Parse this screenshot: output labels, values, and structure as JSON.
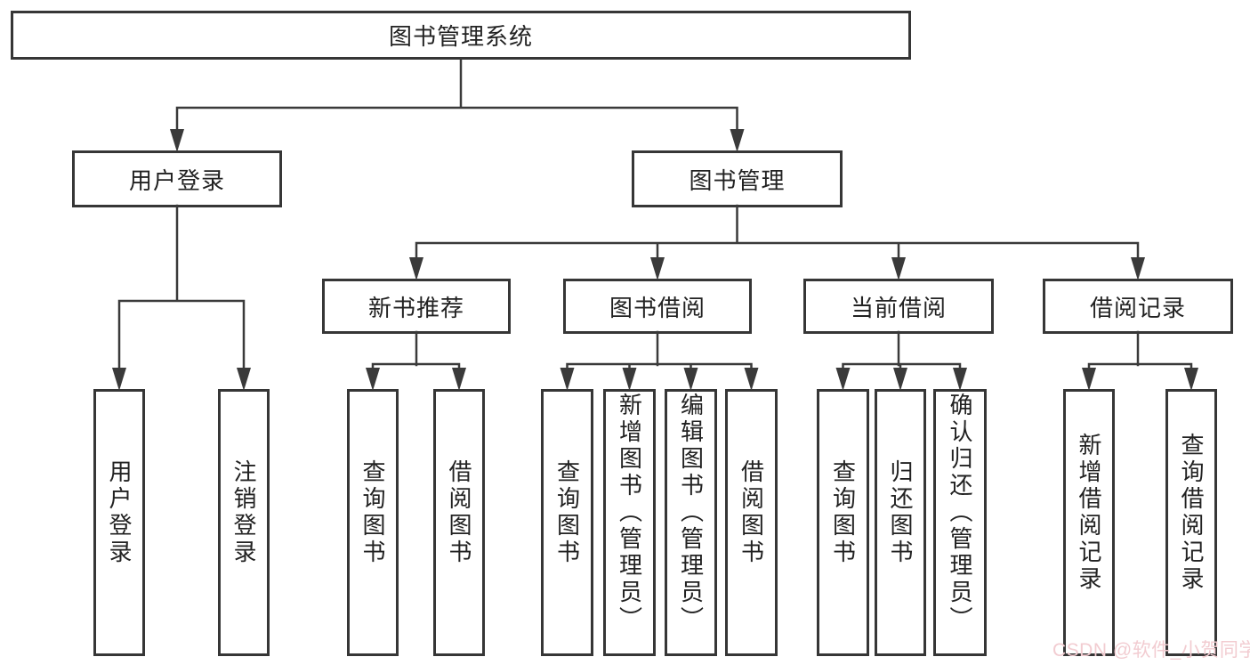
{
  "diagram": {
    "root": {
      "label": "图书管理系统"
    },
    "branches": [
      {
        "label": "用户登录",
        "children": [
          {
            "label": "用户登录"
          },
          {
            "label": "注销登录"
          }
        ]
      },
      {
        "label": "图书管理",
        "children": [
          {
            "label": "新书推荐",
            "children": [
              {
                "label": "查询图书"
              },
              {
                "label": "借阅图书"
              }
            ]
          },
          {
            "label": "图书借阅",
            "children": [
              {
                "label": "查询图书"
              },
              {
                "label": "新增图书（管理员）"
              },
              {
                "label": "编辑图书（管理员）"
              },
              {
                "label": "借阅图书"
              }
            ]
          },
          {
            "label": "当前借阅",
            "children": [
              {
                "label": "查询图书"
              },
              {
                "label": "归还图书"
              },
              {
                "label": "确认归还（管理员）"
              }
            ]
          },
          {
            "label": "借阅记录",
            "children": [
              {
                "label": "新增借阅记录"
              },
              {
                "label": "查询借阅记录"
              }
            ]
          }
        ]
      }
    ]
  },
  "watermark": {
    "text": "CSDN @软件_小贺同学",
    "color": "#f2ccd1"
  },
  "colors": {
    "line": "#3a3a3a",
    "node_border": "#363636",
    "node_bg": "#ffffff",
    "text": "#222222",
    "background": "#ffffff"
  }
}
